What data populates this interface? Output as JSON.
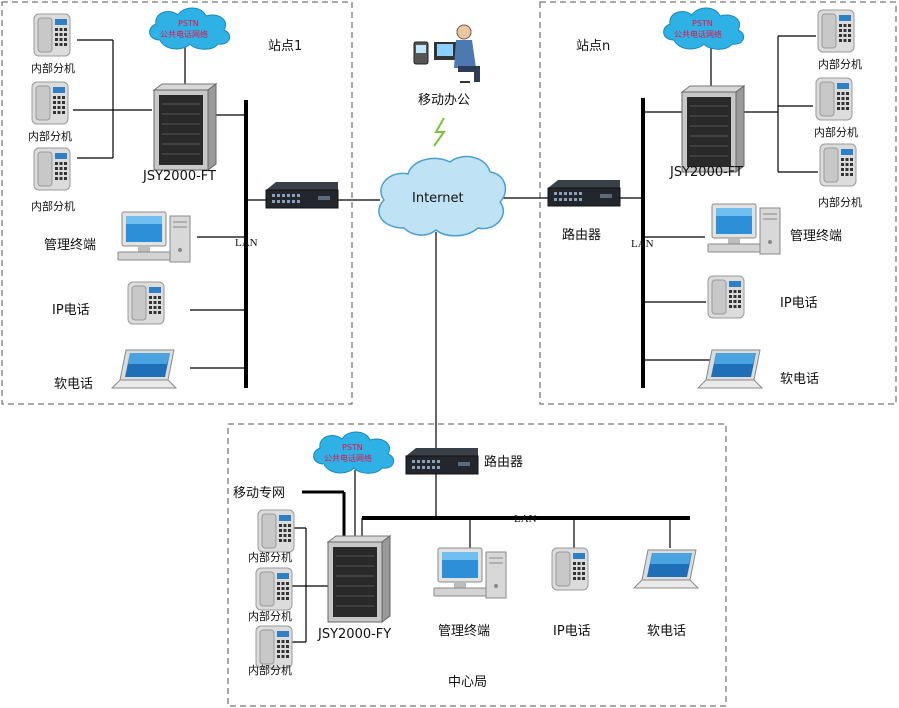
{
  "labels": {
    "site1": "站点1",
    "siten": "站点n",
    "center": "中心局",
    "mobile_office": "移动办公",
    "internet": "Internet",
    "internal_ext": "内部分机",
    "jsy_ft": "JSY2000-FT",
    "jsy_fy": "JSY2000-FY",
    "mgmt_terminal": "管理终端",
    "ip_phone": "IP电话",
    "soft_phone": "软电话",
    "router": "路由器",
    "lan": "LAN",
    "mobile_net": "移动专网",
    "pstn_line1": "PSTN",
    "pstn_line2": "公共电话网络"
  },
  "colors": {
    "cloud_fill": "#bfe3f5",
    "cloud_stroke": "#4aa0d0",
    "pstn_text": "#e8104a",
    "line": "#000000",
    "dash_border": "#555555"
  }
}
